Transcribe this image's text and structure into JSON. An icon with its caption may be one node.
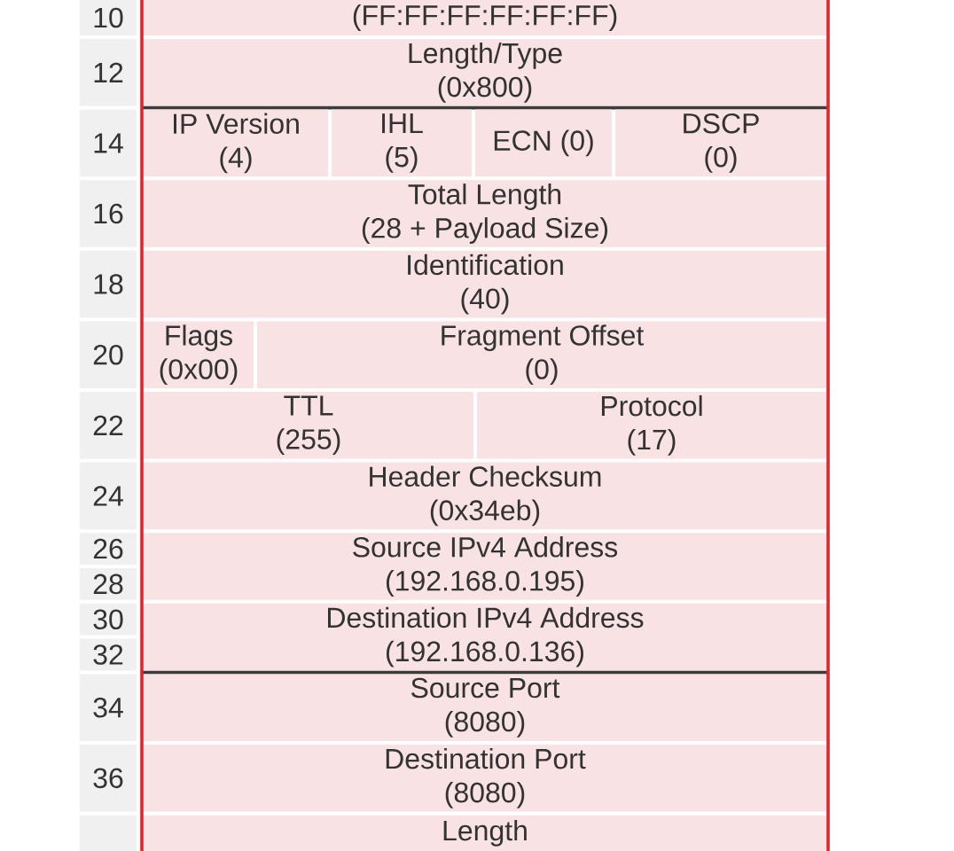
{
  "diagram": {
    "nodes": [
      {
        "text": [
          "10"
        ]
      },
      {
        "text": [
          "(FF:FF:FF:FF:FF:FF)"
        ]
      },
      {
        "text": [
          "12"
        ]
      },
      {
        "text": [
          "Length/Type",
          "(0x800)"
        ]
      },
      {
        "text": [
          "14"
        ]
      },
      {
        "text": [
          "IP Version",
          "(4)"
        ]
      },
      {
        "text": [
          "IHL",
          "(5)"
        ]
      },
      {
        "text": [
          "ECN (0)"
        ]
      },
      {
        "text": [
          "DSCP",
          "(0)"
        ]
      },
      {
        "text": [
          "16"
        ]
      },
      {
        "text": [
          "Total Length",
          "(28 + Payload Size)"
        ]
      },
      {
        "text": [
          "18"
        ]
      },
      {
        "text": [
          "Identification",
          "(40)"
        ]
      },
      {
        "text": [
          "20"
        ]
      },
      {
        "text": [
          "Flags",
          "(0x00)"
        ]
      },
      {
        "text": [
          "Fragment Offset",
          "(0)"
        ]
      },
      {
        "text": [
          "22"
        ]
      },
      {
        "text": [
          "TTL",
          "(255)"
        ]
      },
      {
        "text": [
          "Protocol",
          "(17)"
        ]
      },
      {
        "text": [
          "24"
        ]
      },
      {
        "text": [
          "Header Checksum",
          "(0x34eb)"
        ]
      },
      {
        "text": [
          "26"
        ]
      },
      {
        "text": [
          "28"
        ]
      },
      {
        "text": [
          "Source IPv4 Address",
          "(192.168.0.195)"
        ]
      },
      {
        "text": [
          "30"
        ]
      },
      {
        "text": [
          "32"
        ]
      },
      {
        "text": [
          "Destination IPv4 Address",
          "(192.168.0.136)"
        ]
      },
      {
        "text": [
          "34"
        ]
      },
      {
        "text": [
          "Source Port",
          "(8080)"
        ]
      },
      {
        "text": [
          "36"
        ]
      },
      {
        "text": [
          "Destination Port",
          "(8080)"
        ]
      },
      {
        "text": [],
        "shape": "box"
      },
      {
        "text": [
          "Length"
        ]
      }
    ]
  }
}
